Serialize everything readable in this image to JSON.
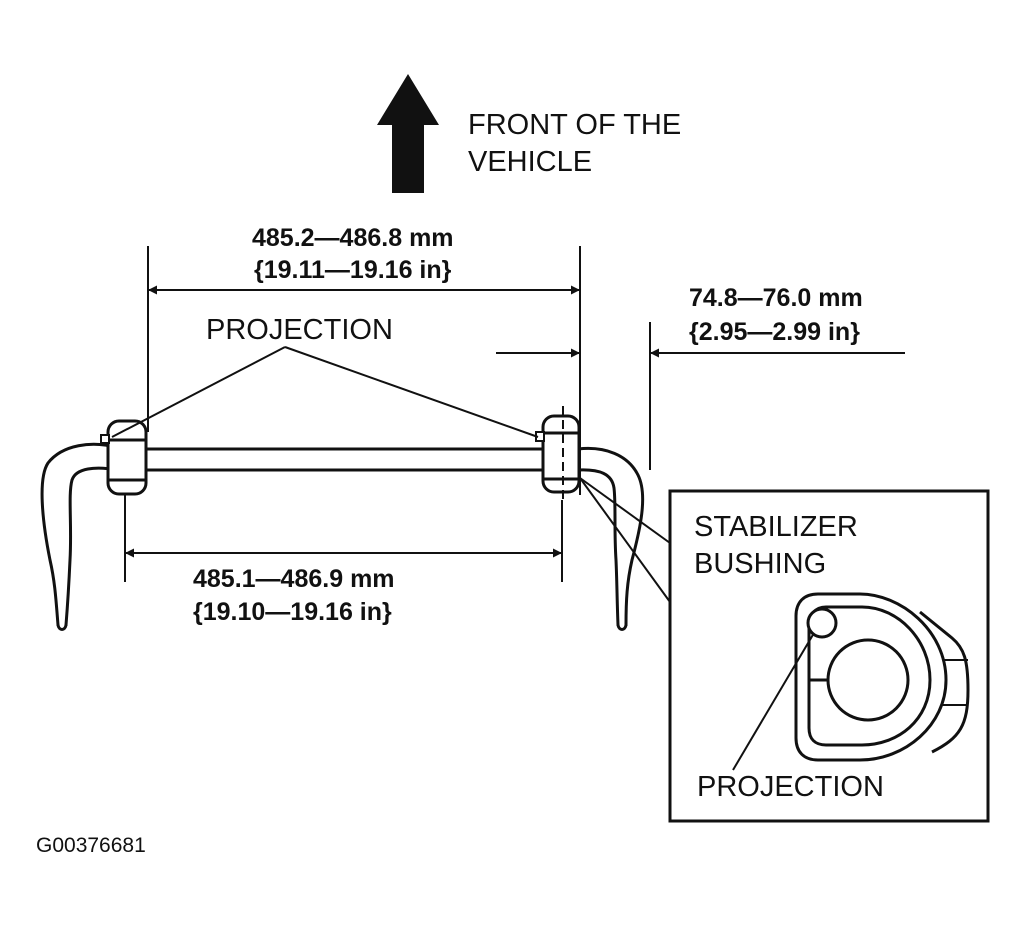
{
  "front_label": {
    "line1": "FRONT OF THE",
    "line2": "VEHICLE"
  },
  "dimensions": {
    "top_span": {
      "metric": "485.2—486.8 mm",
      "imperial": "{19.11—19.16 in}"
    },
    "offset": {
      "metric": "74.8—76.0 mm",
      "imperial": "{2.95—2.99 in}"
    },
    "bottom_span": {
      "metric": "485.1—486.9 mm",
      "imperial": "{19.10—19.16 in}"
    }
  },
  "projection_label": "PROJECTION",
  "inset": {
    "title_line1": "STABILIZER",
    "title_line2": "BUSHING",
    "projection_label": "PROJECTION"
  },
  "figure_id": "G00376681"
}
